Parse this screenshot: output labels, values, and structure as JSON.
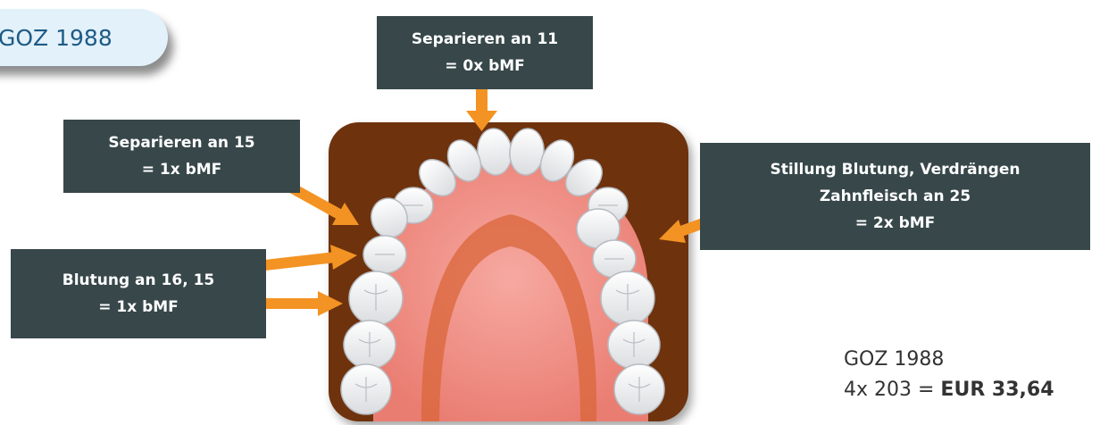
{
  "badge": {
    "label": "GOZ 1988"
  },
  "callouts": {
    "tooth_11": {
      "line1": "Separieren an 11",
      "line2": "= 0x bMF"
    },
    "tooth_15": {
      "line1": "Separieren an 15",
      "line2": "= 1x bMF"
    },
    "tooth_16_15": {
      "line1": "Blutung an 16, 15",
      "line2": "= 1x bMF"
    },
    "tooth_25": {
      "line1": "Stillung Blutung, Verdrängen",
      "line2": "Zahnfleisch an 25",
      "line3": "= 2x bMF"
    }
  },
  "summary": {
    "title": "GOZ 1988",
    "calc": "4x 203 = ",
    "amount": "EUR 33,64"
  },
  "colors": {
    "panel": "#6e3210",
    "palate": "#f08a80",
    "tooth": "#f4f4f4",
    "arrow": "#f39323",
    "callout_bg": "#37474a",
    "badge_bg": "#e3f1fa",
    "badge_text": "#1d5b86"
  }
}
